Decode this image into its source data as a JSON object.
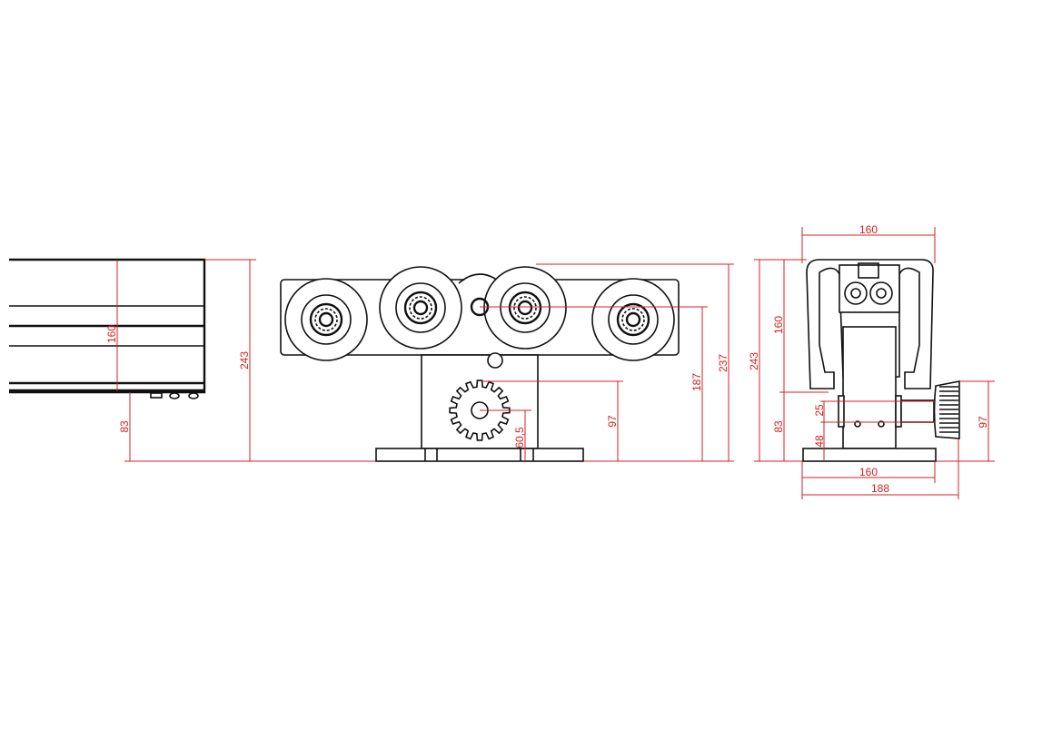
{
  "title": "Sliding gate trolley dimensional drawing",
  "colors": {
    "line": "#111111",
    "dimension": "#d42020"
  },
  "left_view": {
    "dims": {
      "rail_height": "160",
      "bottom_clearance": "83",
      "total_height": "243"
    }
  },
  "front_view": {
    "dims": {
      "pinion_top": "97",
      "pinion_axis": "60,5",
      "roller_axis": "187",
      "total_height": "237"
    }
  },
  "side_view": {
    "dims": {
      "top_width": "160",
      "total_height": "243",
      "rail_height": "160",
      "bottom_clearance": "83",
      "axle_band": "25",
      "axle_height": "48",
      "knob_height": "97",
      "base_width": "160",
      "overall_width": "188"
    }
  }
}
